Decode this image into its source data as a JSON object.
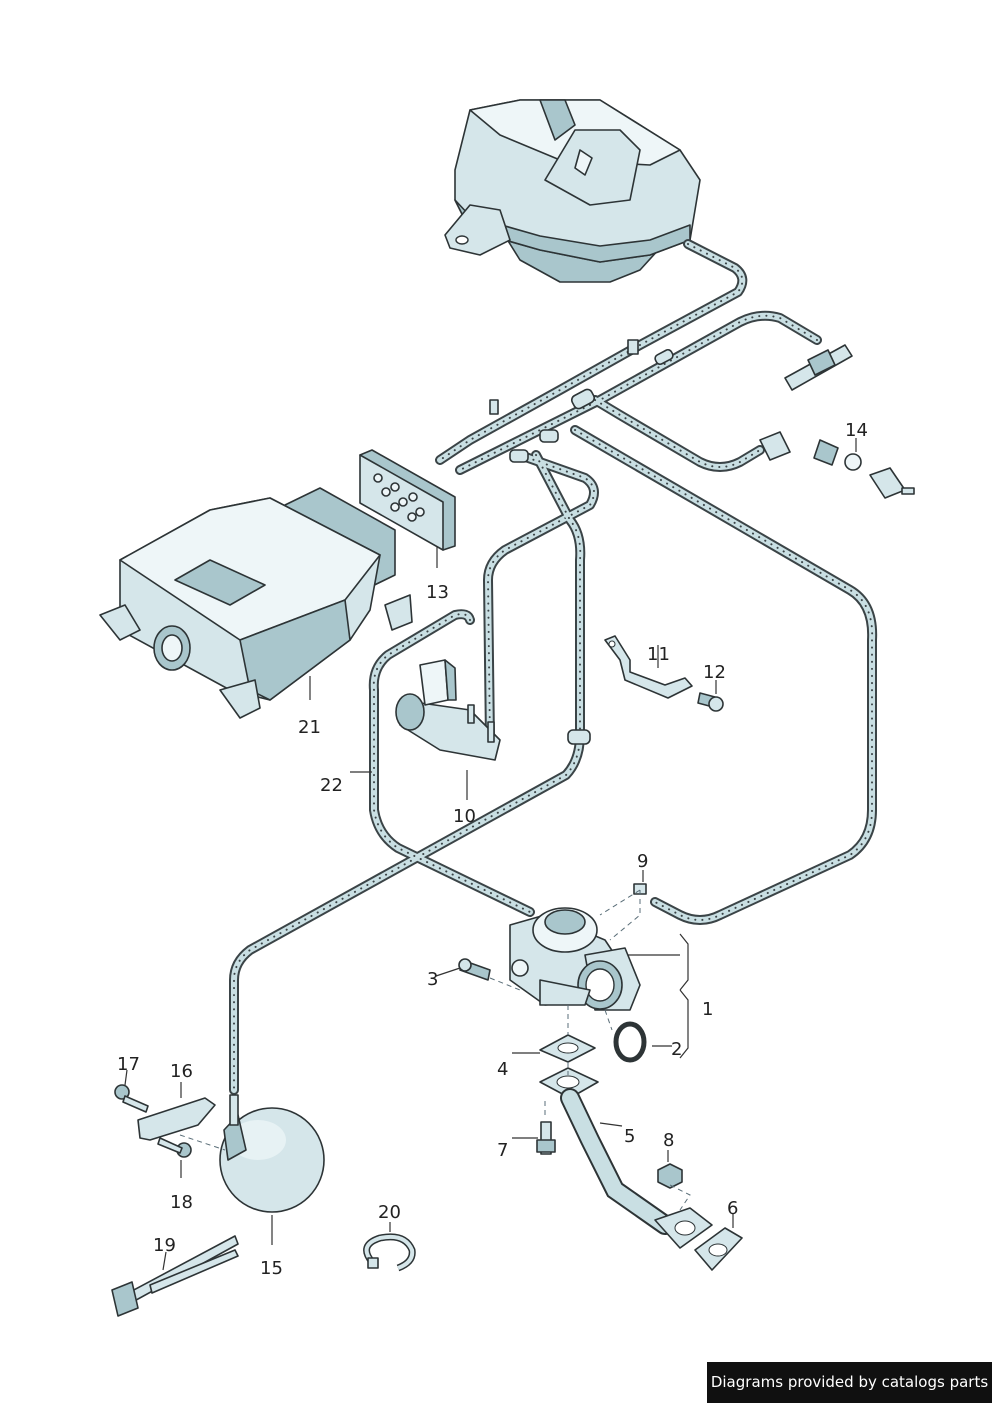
{
  "callouts": [
    {
      "id": "1",
      "text": "1"
    },
    {
      "id": "2",
      "text": "2"
    },
    {
      "id": "3",
      "text": "3"
    },
    {
      "id": "4",
      "text": "4"
    },
    {
      "id": "5",
      "text": "5"
    },
    {
      "id": "6",
      "text": "6"
    },
    {
      "id": "7",
      "text": "7"
    },
    {
      "id": "8",
      "text": "8"
    },
    {
      "id": "9",
      "text": "9"
    },
    {
      "id": "10",
      "text": "10"
    },
    {
      "id": "11",
      "text": "11"
    },
    {
      "id": "12",
      "text": "12"
    },
    {
      "id": "13",
      "text": "13"
    },
    {
      "id": "14",
      "text": "14"
    },
    {
      "id": "15",
      "text": "15"
    },
    {
      "id": "16",
      "text": "16"
    },
    {
      "id": "17",
      "text": "17"
    },
    {
      "id": "18",
      "text": "18"
    },
    {
      "id": "19",
      "text": "19"
    },
    {
      "id": "20",
      "text": "20"
    },
    {
      "id": "21",
      "text": "21"
    },
    {
      "id": "22",
      "text": "22"
    }
  ],
  "watermark": "Diagrams provided by catalogs parts",
  "colors": {
    "part_fill": "#d5e6ea",
    "part_shadow": "#a9c6cc",
    "outline": "#2d3436",
    "hose": "#3b4447",
    "watermark_bg": "#101010"
  }
}
